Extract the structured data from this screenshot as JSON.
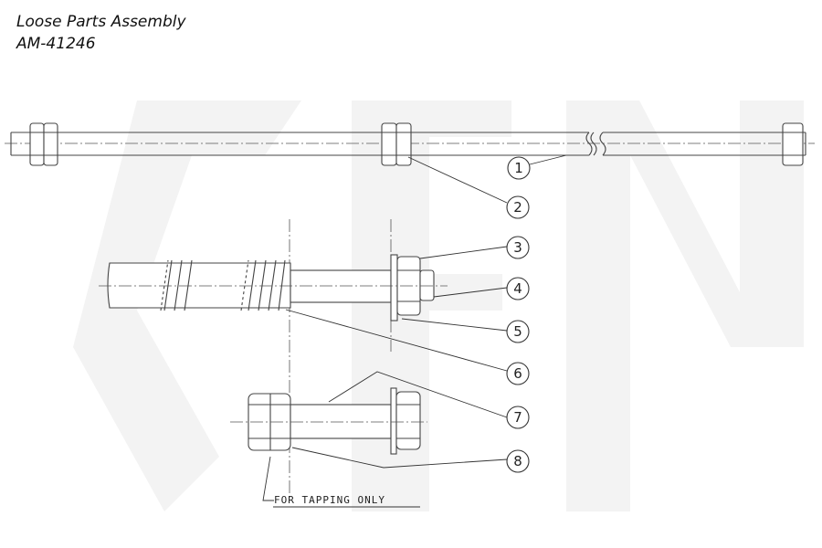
{
  "header": {
    "title": "Loose Parts Assembly",
    "part_number": "AM-41246"
  },
  "callouts": [
    "1",
    "2",
    "3",
    "4",
    "5",
    "6",
    "7",
    "8"
  ],
  "note": "FOR TAPPING ONLY"
}
